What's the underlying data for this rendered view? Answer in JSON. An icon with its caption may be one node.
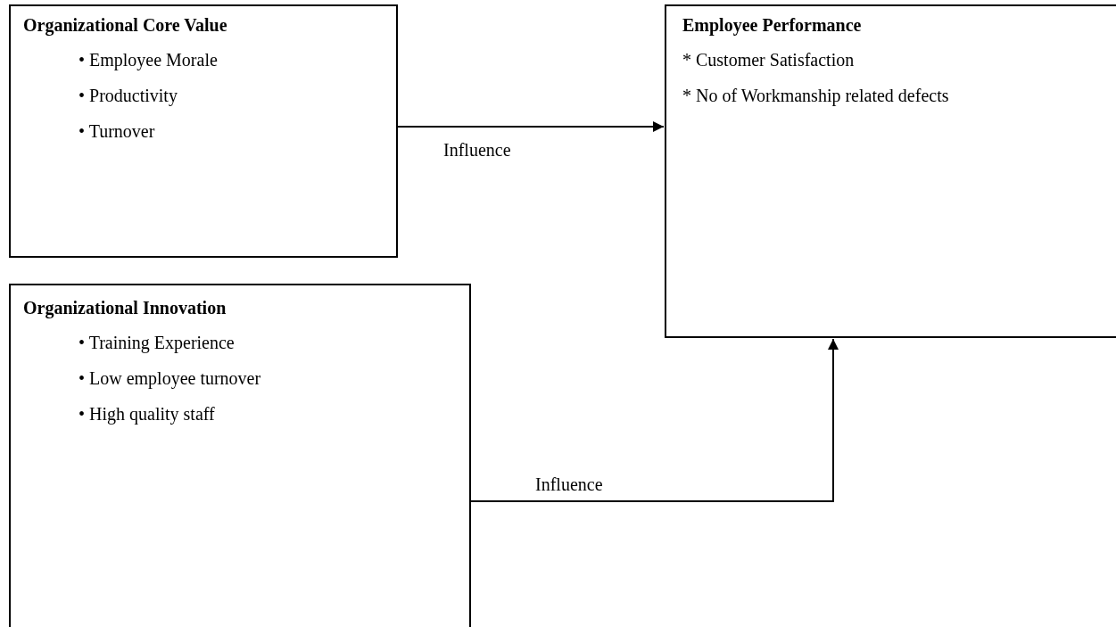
{
  "diagram": {
    "nodes": [
      {
        "text": [
          "Organizational Core Value",
          "• Employee Morale",
          "• Productivity",
          "• Turnover"
        ]
      },
      {
        "text": [
          "Employee Performance",
          "* Customer Satisfaction",
          "* No of Workmanship related defects"
        ]
      },
      {
        "text": [
          "Organizational Innovation",
          "• Training Experience",
          "• Low employee turnover",
          "• High quality staff"
        ]
      }
    ],
    "edges": [
      {
        "from": 0,
        "to": 1,
        "arrow": "to",
        "label": "Influence"
      },
      {
        "from": 2,
        "to": 1,
        "arrow": "to",
        "label": "Influence"
      }
    ]
  }
}
